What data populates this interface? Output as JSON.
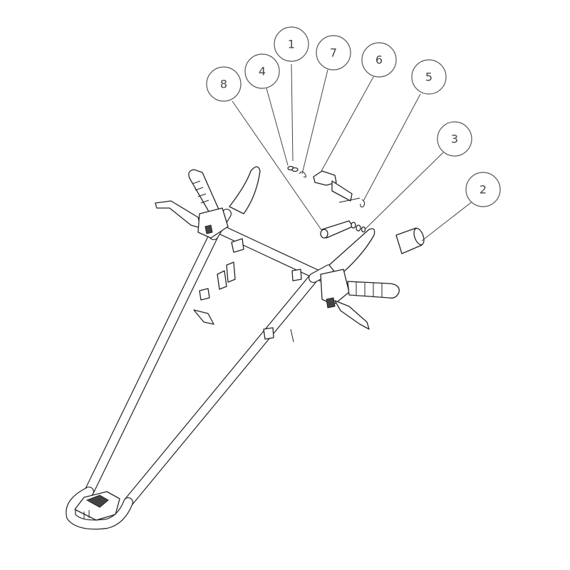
{
  "callouts": [
    {
      "id": "1",
      "label": "1"
    },
    {
      "id": "2",
      "label": "2"
    },
    {
      "id": "3",
      "label": "3"
    },
    {
      "id": "4",
      "label": "4"
    },
    {
      "id": "5",
      "label": "5"
    },
    {
      "id": "6",
      "label": "6"
    },
    {
      "id": "7",
      "label": "7"
    },
    {
      "id": "8",
      "label": "8"
    }
  ],
  "colors": {
    "line": "#222222",
    "callout_stroke": "#555555",
    "background": "#ffffff"
  }
}
